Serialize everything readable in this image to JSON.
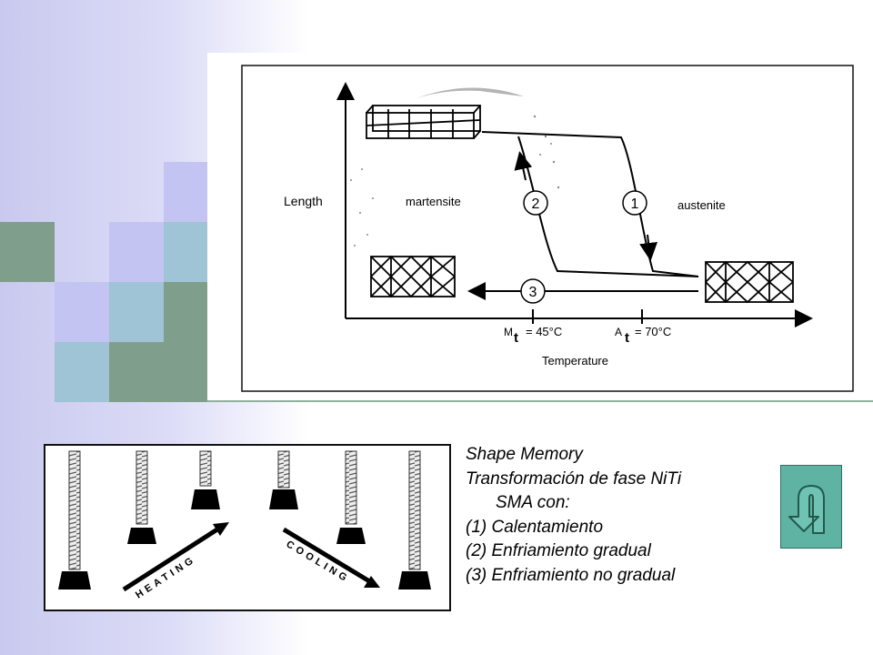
{
  "diagram": {
    "axis_y_label": "Length",
    "axis_x_label": "Temperature",
    "phase_left": "martensite",
    "phase_right": "austenite",
    "step_1": "1",
    "step_2": "2",
    "step_3": "3",
    "mt_letter": "M",
    "mt_sub": "t",
    "mt_value": "= 45°C",
    "at_letter": "A",
    "at_sub": "t",
    "at_value": "= 70°C"
  },
  "springs": {
    "heating": "HEATING",
    "cooling": "COOLING"
  },
  "caption": {
    "line1": "Shape Memory",
    "line2": "Transformación de fase NiTi",
    "line3": "SMA con:",
    "line4": "(1) Calentamiento",
    "line5": "(2) Enfriamiento gradual",
    "line6": "(3) Enfriamiento no gradual"
  },
  "colors": {
    "tile_green": "#7f9f8c",
    "tile_blue": "#9fc4d6",
    "tile_lavender": "#c4c4f0",
    "button": "#5fb3a3"
  },
  "icons": {
    "return": "u-turn-arrow-icon"
  }
}
